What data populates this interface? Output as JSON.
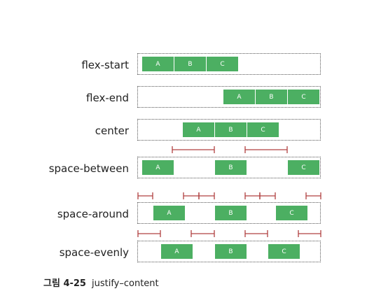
{
  "rows": [
    {
      "label": "flex-start",
      "items": [
        "A",
        "B",
        "C"
      ]
    },
    {
      "label": "flex-end",
      "items": [
        "A",
        "B",
        "C"
      ]
    },
    {
      "label": "center",
      "items": [
        "A",
        "B",
        "C"
      ]
    },
    {
      "label": "space-between",
      "items": [
        "A",
        "B",
        "C"
      ]
    },
    {
      "label": "space-around",
      "items": [
        "A",
        "B",
        "C"
      ]
    },
    {
      "label": "space-evenly",
      "items": [
        "A",
        "B",
        "C"
      ]
    }
  ],
  "caption": {
    "number": "그림 4-25",
    "text": "justify–content"
  },
  "colors": {
    "item": "#4caf62",
    "spacer": "#b04040",
    "border": "#555555"
  }
}
